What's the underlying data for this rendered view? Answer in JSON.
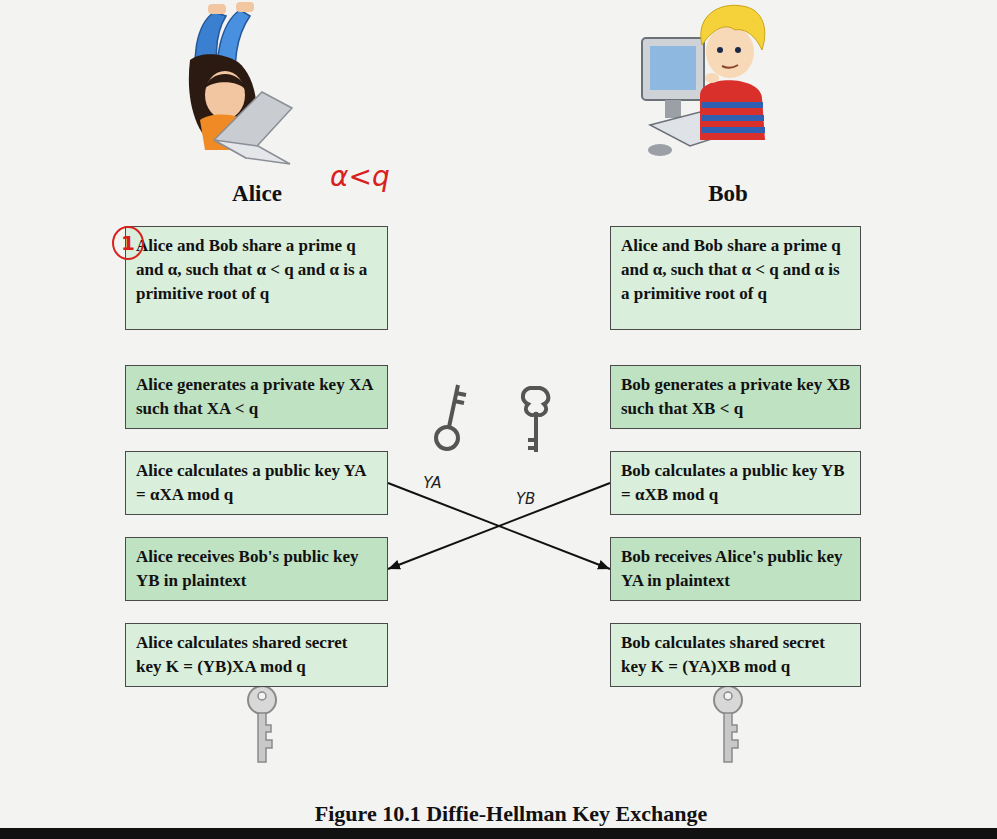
{
  "diagram": {
    "caption": "Figure 10.1 Diffie-Hellman Key Exchange",
    "nodes": [
      {
        "text": [
          "Alice and Bob share a prime q and α, such that α < q and α is a primitive root of q"
        ]
      },
      {
        "text": [
          "Alice and Bob share a prime q and α, such that α < q and α is a primitive root of q"
        ]
      },
      {
        "text": [
          "Alice generates a private key XA such that XA < q"
        ]
      },
      {
        "text": [
          "Bob generates a private key XB such that XB < q"
        ]
      },
      {
        "text": [
          "Alice calculates a public key YA = αXA mod q"
        ]
      },
      {
        "text": [
          "Bob calculates a public key YB = αXB mod q"
        ]
      },
      {
        "text": [
          "Alice receives Bob's public key YB in plaintext"
        ]
      },
      {
        "text": [
          "Bob receives Alice's public key YA in plaintext"
        ]
      },
      {
        "text": [
          "Alice calculates shared secret key K = (YB)XA mod q"
        ]
      },
      {
        "text": [
          "Bob calculates shared secret key K = (YA)XB mod q"
        ]
      }
    ],
    "edges": [
      {
        "from": 4,
        "to": 7,
        "arrow": "to",
        "label": "YA"
      },
      {
        "from": 5,
        "to": 6,
        "arrow": "to",
        "label": "YB"
      }
    ],
    "labels": [
      "Alice",
      "Bob",
      "α<q",
      "1"
    ]
  }
}
